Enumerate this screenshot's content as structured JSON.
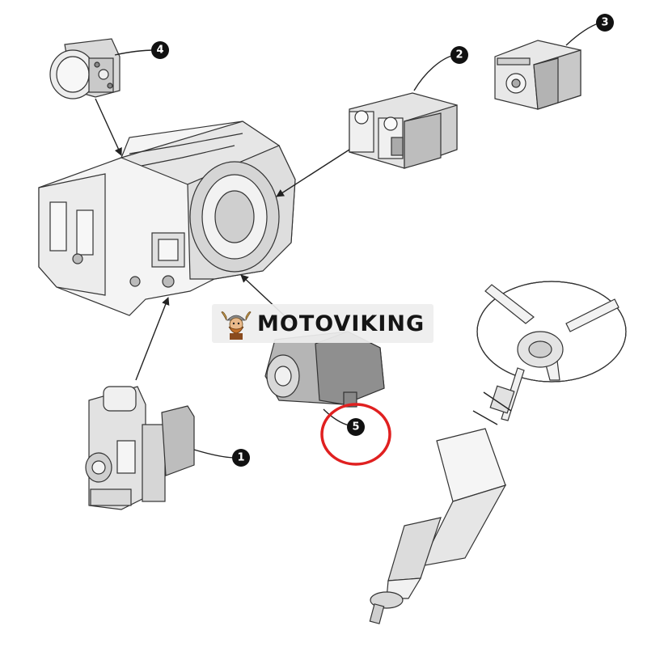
{
  "watermark": {
    "text": "MOTOVIKING"
  },
  "callouts": [
    {
      "id": "1",
      "label": "1"
    },
    {
      "id": "2",
      "label": "2"
    },
    {
      "id": "3",
      "label": "3"
    },
    {
      "id": "4",
      "label": "4"
    },
    {
      "id": "5",
      "label": "5"
    }
  ],
  "colors": {
    "highlight": "#e02020",
    "callout": "#111111",
    "line_art": "#333333",
    "part_fill": "#e8e8e8",
    "part_dark": "#9a9a9a"
  },
  "parts": [
    "hydraulic-lift-pump",
    "auxiliary-pump",
    "steering-pump",
    "pto-pump",
    "main-hydraulic-pump",
    "transmission-housing",
    "steering-wheel",
    "steering-column"
  ]
}
